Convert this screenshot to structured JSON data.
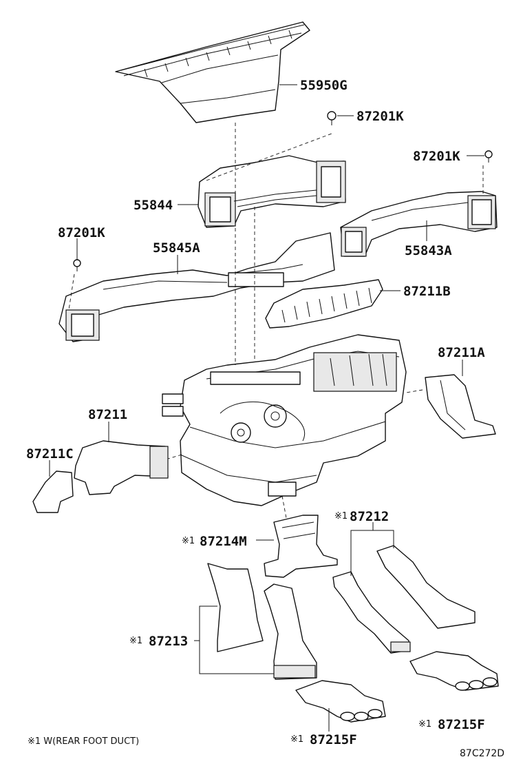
{
  "parts": {
    "p55950G": "55950G",
    "p87201K_a": "87201K",
    "p87201K_b": "87201K",
    "p55844": "55844",
    "p87201K_c": "87201K",
    "p55845A": "55845A",
    "p55843A": "55843A",
    "p87211B": "87211B",
    "p87211A": "87211A",
    "p87211": "87211",
    "p87211C": "87211C",
    "p87212": "87212",
    "p87214M": "87214M",
    "p87213": "87213",
    "p87215F_a": "87215F",
    "p87215F_b": "87215F"
  },
  "marks": {
    "m87212": "※1",
    "m87214M": "※1",
    "m87213": "※1",
    "m87215F_a": "※1",
    "m87215F_b": "※1"
  },
  "footnote": "※1 W(REAR FOOT DUCT)",
  "diagram_code": "87C272D"
}
